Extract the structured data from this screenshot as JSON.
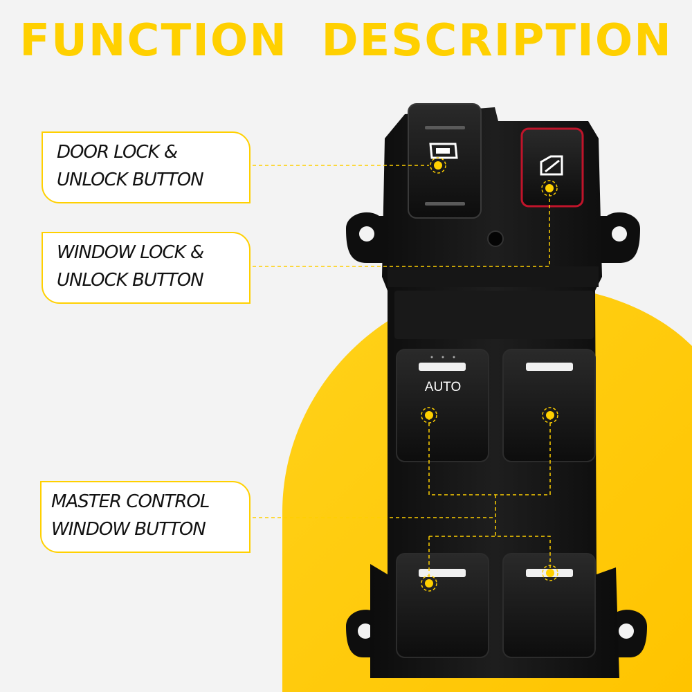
{
  "title": "FUNCTION  DESCRIPTION",
  "callouts": {
    "door_lock": {
      "line1": "DOOR LOCK &",
      "line2": "UNLOCK BUTTON"
    },
    "window_lock": {
      "line1": "WINDOW LOCK &",
      "line2": "UNLOCK BUTTON"
    },
    "master_control": {
      "line1": "MASTER CONTROL",
      "line2": "WINDOW BUTTON"
    }
  },
  "switch": {
    "auto_label": "AUTO"
  },
  "colors": {
    "accent": "#ffd000",
    "background": "#f3f3f3",
    "switch_body": "#111111",
    "window_lock_trim": "#c0142a"
  }
}
